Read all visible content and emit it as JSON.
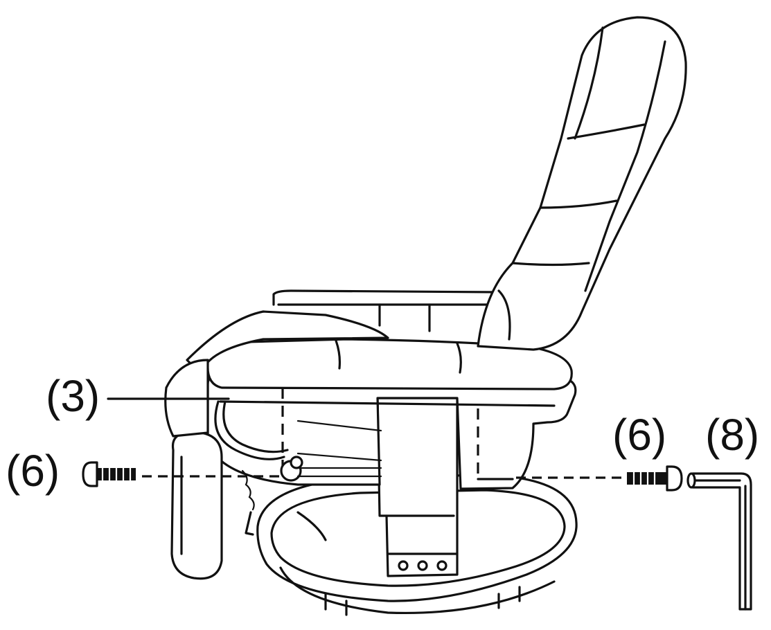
{
  "callouts": {
    "part_3": "(3)",
    "part_6_left": "(6)",
    "part_6_right": "(6)",
    "part_8": "(8)"
  },
  "colors": {
    "ink": "#111111",
    "paper": "#ffffff"
  },
  "icons": {
    "bolt": "bolt-icon",
    "allen_key": "allen-key-icon",
    "recliner_chair": "recliner-chair-icon"
  }
}
